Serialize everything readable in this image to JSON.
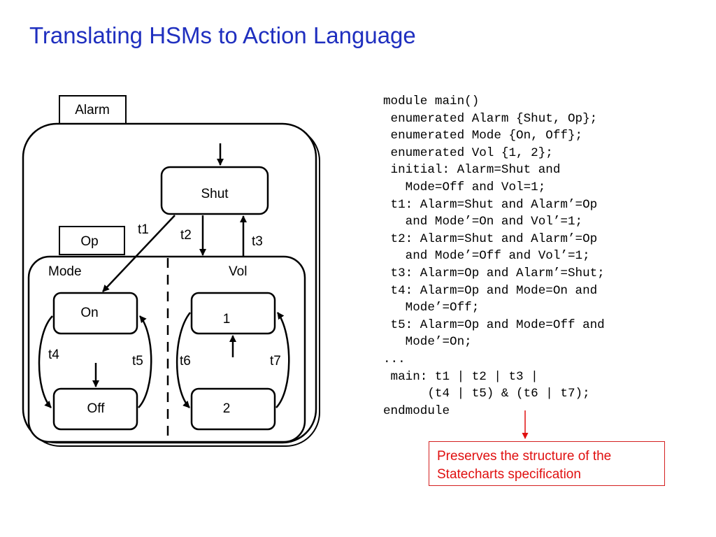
{
  "title": "Translating HSMs to Action Language",
  "diagram": {
    "alarm_label": "Alarm",
    "op_label": "Op",
    "mode_label": "Mode",
    "vol_label": "Vol",
    "states": {
      "shut": "Shut",
      "on": "On",
      "off": "Off",
      "one": "1",
      "two": "2"
    },
    "transitions": {
      "t1": "t1",
      "t2": "t2",
      "t3": "t3",
      "t4": "t4",
      "t5": "t5",
      "t6": "t6",
      "t7": "t7"
    }
  },
  "code_lines": [
    "module main()",
    " enumerated Alarm {Shut, Op};",
    " enumerated Mode {On, Off};",
    " enumerated Vol {1, 2};",
    " initial: Alarm=Shut and",
    "   Mode=Off and Vol=1;",
    " t1: Alarm=Shut and Alarm’=Op",
    "   and Mode’=On and Vol’=1;",
    " t2: Alarm=Shut and Alarm’=Op",
    "   and Mode’=Off and Vol’=1;",
    " t3: Alarm=Op and Alarm’=Shut;",
    " t4: Alarm=Op and Mode=On and",
    "   Mode’=Off;",
    " t5: Alarm=Op and Mode=Off and",
    "   Mode’=On;",
    "...",
    " main: t1 | t2 | t3 |",
    "      (t4 | t5) & (t6 | t7);",
    "endmodule"
  ],
  "note": "Preserves the structure of the Statecharts specification",
  "colors": {
    "title": "#1f2fbf",
    "note": "#e01010",
    "note_border": "#d42020"
  }
}
